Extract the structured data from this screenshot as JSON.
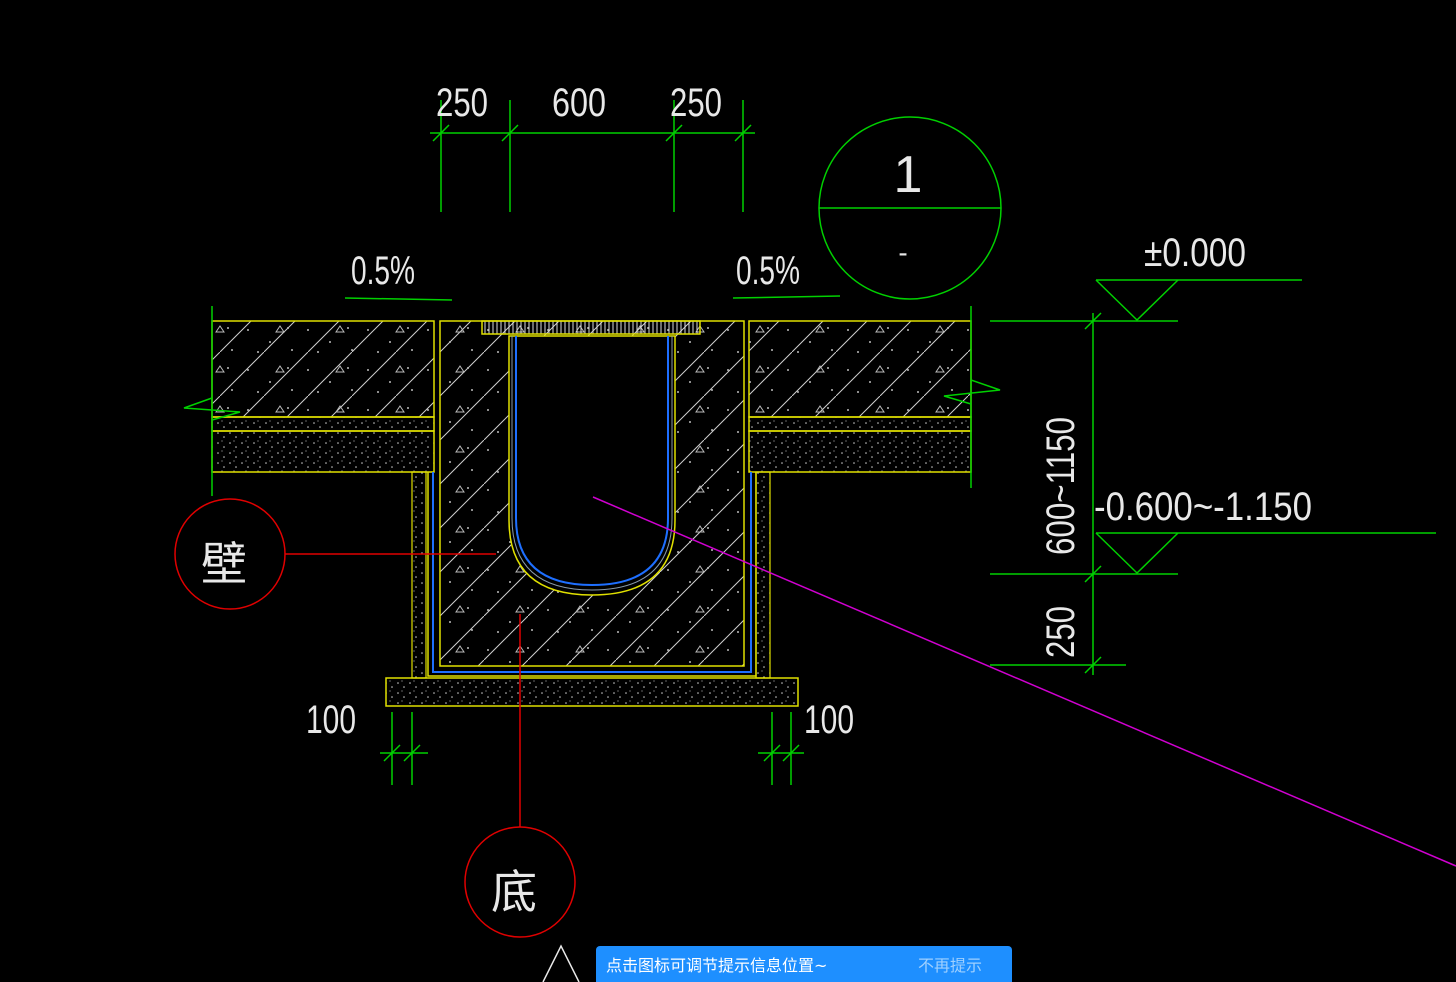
{
  "drawing": {
    "dim_top_left": "250",
    "dim_top_center": "600",
    "dim_top_right": "250",
    "slope_left": "0.5%",
    "slope_right": "0.5%",
    "section_number": "1",
    "section_sheet": "-",
    "elev_top": "±0.000",
    "elev_bottom": "-0.600~-1.150",
    "dim_depth": "600~1150",
    "dim_base": "250",
    "dim_left_100": "100",
    "dim_right_100": "100",
    "label_wall": "壁",
    "label_bottom": "底"
  },
  "tip": {
    "message": "点击图标可调节提示信息位置~",
    "dismiss": "不再提示"
  },
  "colors": {
    "background": "#000000",
    "dimension": "#00d000",
    "structure": "#e0e000",
    "leader": "#e00000",
    "section_line": "#d000d0",
    "waterproof": "#1e6fff",
    "tip_bg": "#1e8fff"
  }
}
